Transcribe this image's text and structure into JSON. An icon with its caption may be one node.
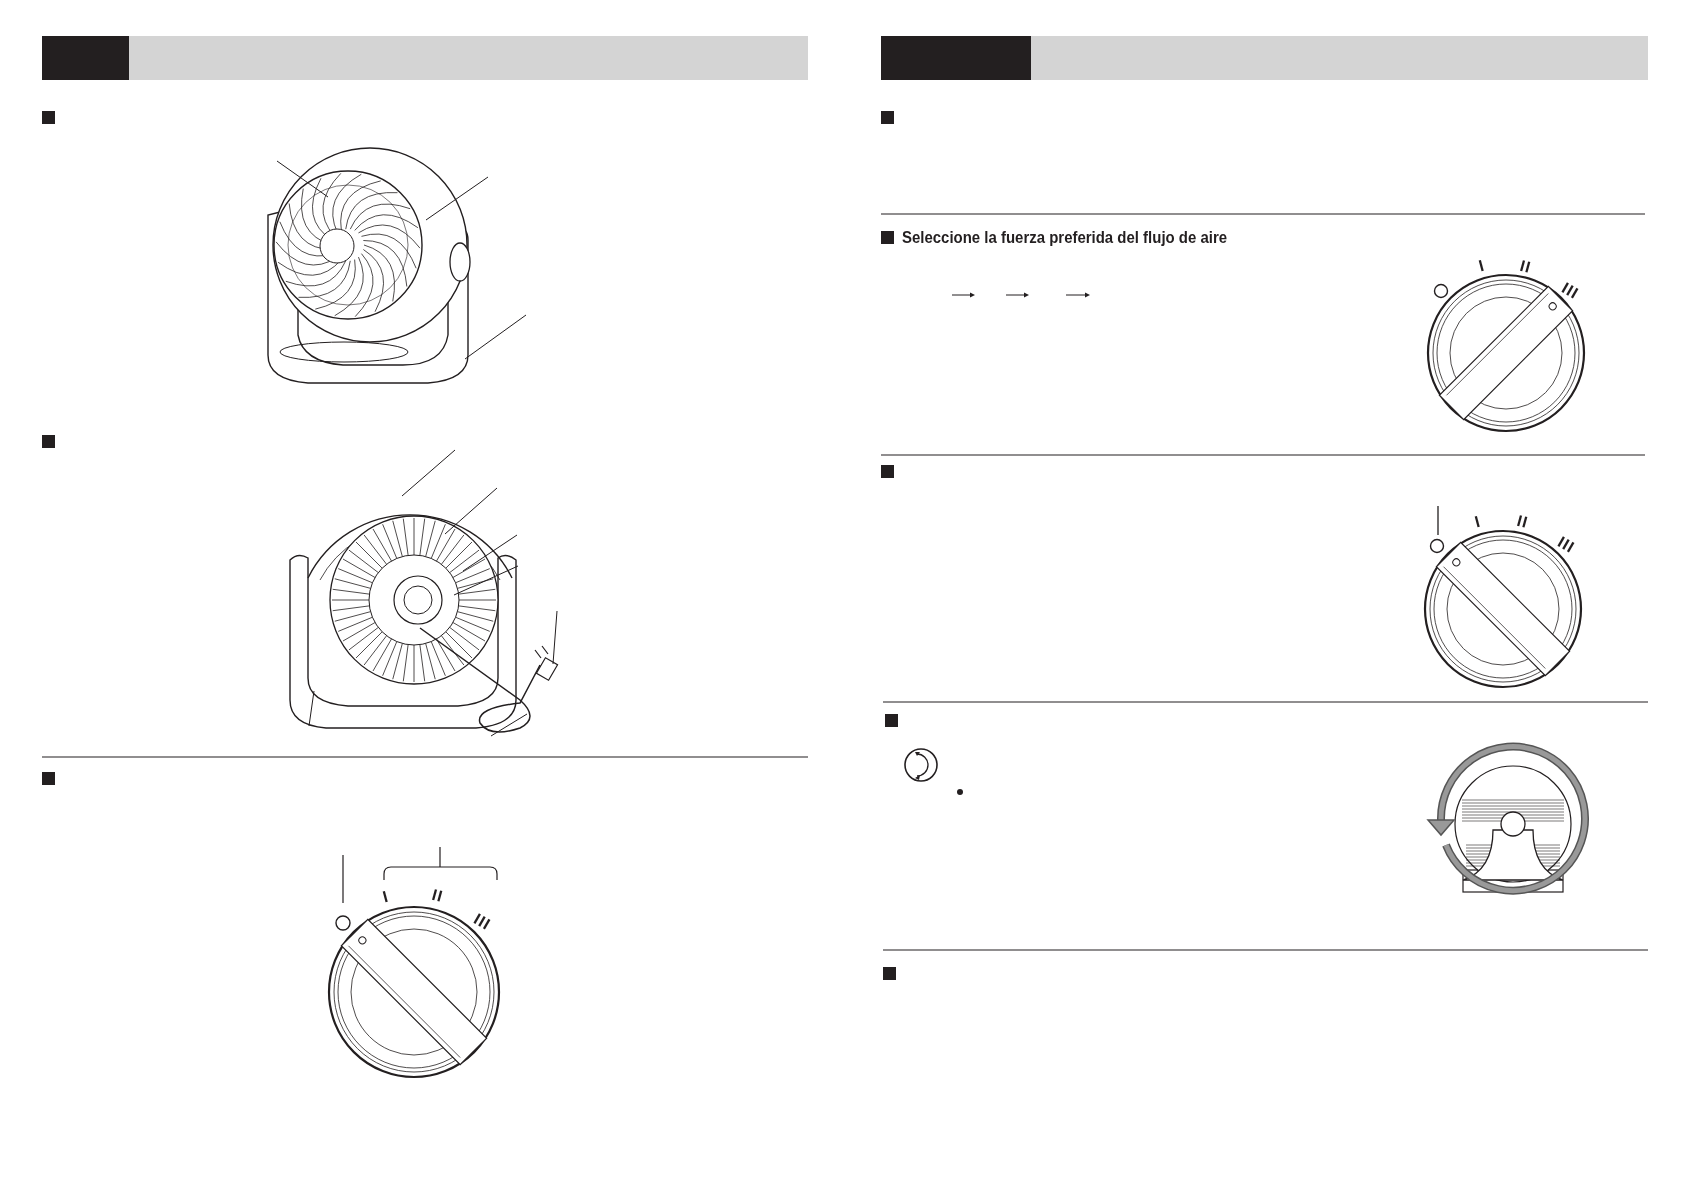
{
  "diagram": {
    "labels": [
      "I",
      "II",
      "III",
      "Seleccione la fuerza preferida del flujo de aire",
      "I",
      "II",
      "III",
      "I",
      "II",
      "III"
    ]
  }
}
